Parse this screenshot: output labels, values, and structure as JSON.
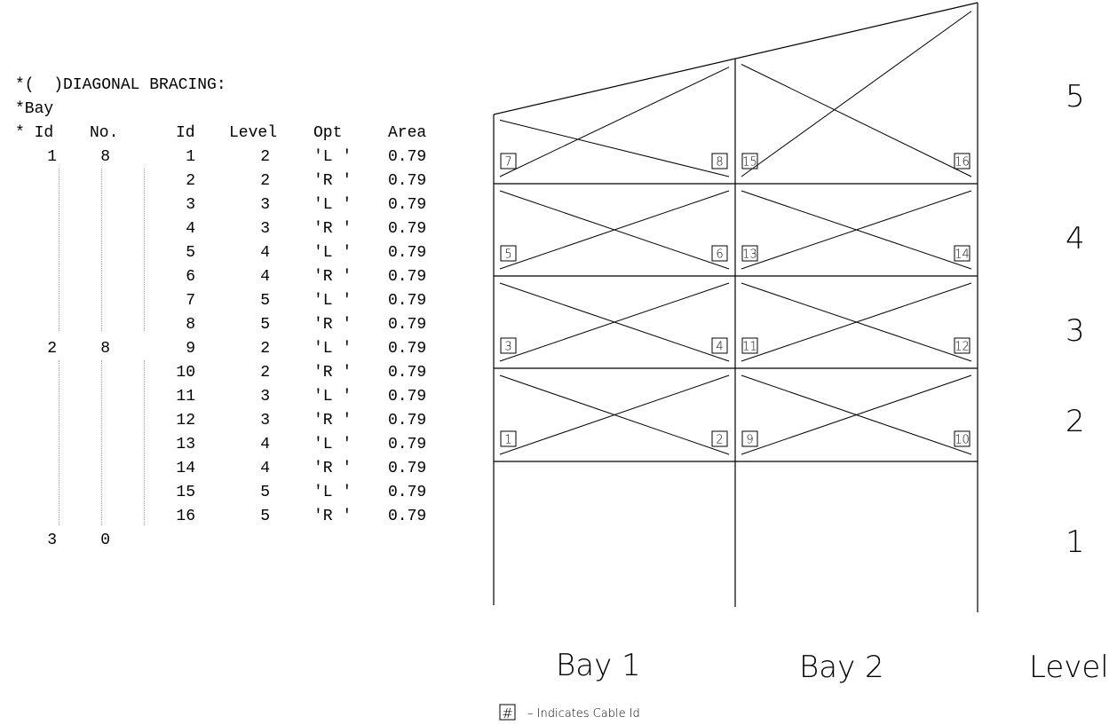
{
  "table": {
    "title_line": "*(  )DIAGONAL BRACING:",
    "header_line1": "*Bay",
    "header_star_id": "* Id",
    "col_no": "No.",
    "col_id": "Id",
    "col_level": "Level",
    "col_opt": "Opt",
    "col_area": "Area",
    "bays": [
      {
        "id": "1",
        "count": "8"
      },
      {
        "id": "2",
        "count": "8"
      },
      {
        "id": "3",
        "count": "0"
      }
    ],
    "rows": [
      {
        "id": "1",
        "level": "2",
        "opt": "'L '",
        "area": "0.79"
      },
      {
        "id": "2",
        "level": "2",
        "opt": "'R '",
        "area": "0.79"
      },
      {
        "id": "3",
        "level": "3",
        "opt": "'L '",
        "area": "0.79"
      },
      {
        "id": "4",
        "level": "3",
        "opt": "'R '",
        "area": "0.79"
      },
      {
        "id": "5",
        "level": "4",
        "opt": "'L '",
        "area": "0.79"
      },
      {
        "id": "6",
        "level": "4",
        "opt": "'R '",
        "area": "0.79"
      },
      {
        "id": "7",
        "level": "5",
        "opt": "'L '",
        "area": "0.79"
      },
      {
        "id": "8",
        "level": "5",
        "opt": "'R '",
        "area": "0.79"
      },
      {
        "id": "9",
        "level": "2",
        "opt": "'L '",
        "area": "0.79"
      },
      {
        "id": "10",
        "level": "2",
        "opt": "'R '",
        "area": "0.79"
      },
      {
        "id": "11",
        "level": "3",
        "opt": "'L '",
        "area": "0.79"
      },
      {
        "id": "12",
        "level": "3",
        "opt": "'R '",
        "area": "0.79"
      },
      {
        "id": "13",
        "level": "4",
        "opt": "'L '",
        "area": "0.79"
      },
      {
        "id": "14",
        "level": "4",
        "opt": "'R '",
        "area": "0.79"
      },
      {
        "id": "15",
        "level": "5",
        "opt": "'L '",
        "area": "0.79"
      },
      {
        "id": "16",
        "level": "5",
        "opt": "'R '",
        "area": "0.79"
      }
    ]
  },
  "diagram": {
    "bay_labels": [
      "Bay  1",
      "Bay  2"
    ],
    "level_header": "Level",
    "level_labels": [
      "5",
      "4",
      "3",
      "2",
      "1"
    ],
    "cable_ids": [
      "1",
      "2",
      "3",
      "4",
      "5",
      "6",
      "7",
      "8",
      "9",
      "10",
      "11",
      "12",
      "13",
      "14",
      "15",
      "16"
    ],
    "legend_symbol": "#",
    "legend_text": "– Indicates Cable Id"
  }
}
